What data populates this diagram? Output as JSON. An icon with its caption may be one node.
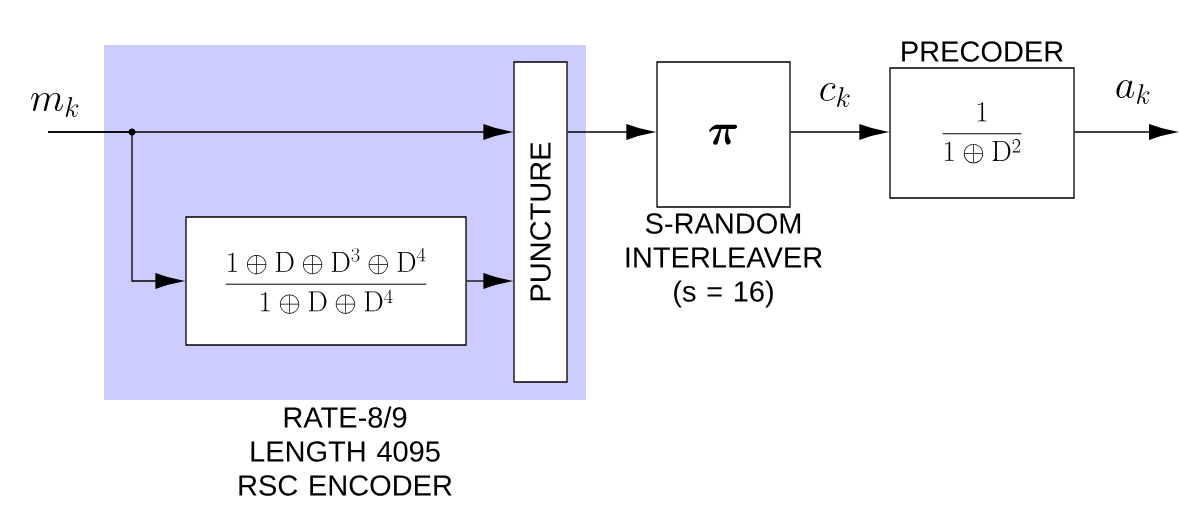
{
  "diagram": {
    "nodes": [
      {
        "text": [
          "RATE-8/9 LENGTH 4095 RSC ENCODER"
        ]
      },
      {
        "text": [
          "\\frac{1\\oplus\\mathrm{D}\\oplus\\mathrm{D}^3\\oplus\\mathrm{D}^4}{1\\oplus\\mathrm{D}\\oplus\\mathrm{D}^4}"
        ],
        "in": 0
      },
      {
        "text": [
          "PUNCTURE"
        ],
        "in": 0
      },
      {
        "text": [
          "\\boldsymbol{\\pi}"
        ],
        "beside": [
          "S-RANDOM INTERLEAVER (s = 16)"
        ]
      },
      {
        "text": [
          "\\frac{1}{1\\oplus\\mathrm{D}^2}"
        ],
        "beside": [
          "PRECODER"
        ]
      }
    ],
    "edges": [
      {
        "from": null,
        "to": 2,
        "arrow": "to",
        "label": "m_k"
      },
      {
        "from": null,
        "to": 1,
        "arrow": "to"
      },
      {
        "from": 1,
        "to": 2,
        "arrow": "to"
      },
      {
        "from": 2,
        "to": 3,
        "arrow": "to"
      },
      {
        "from": 3,
        "to": 4,
        "arrow": "to",
        "label": "c_k"
      },
      {
        "from": 4,
        "to": null,
        "arrow": "to",
        "label": "a_k"
      }
    ]
  }
}
